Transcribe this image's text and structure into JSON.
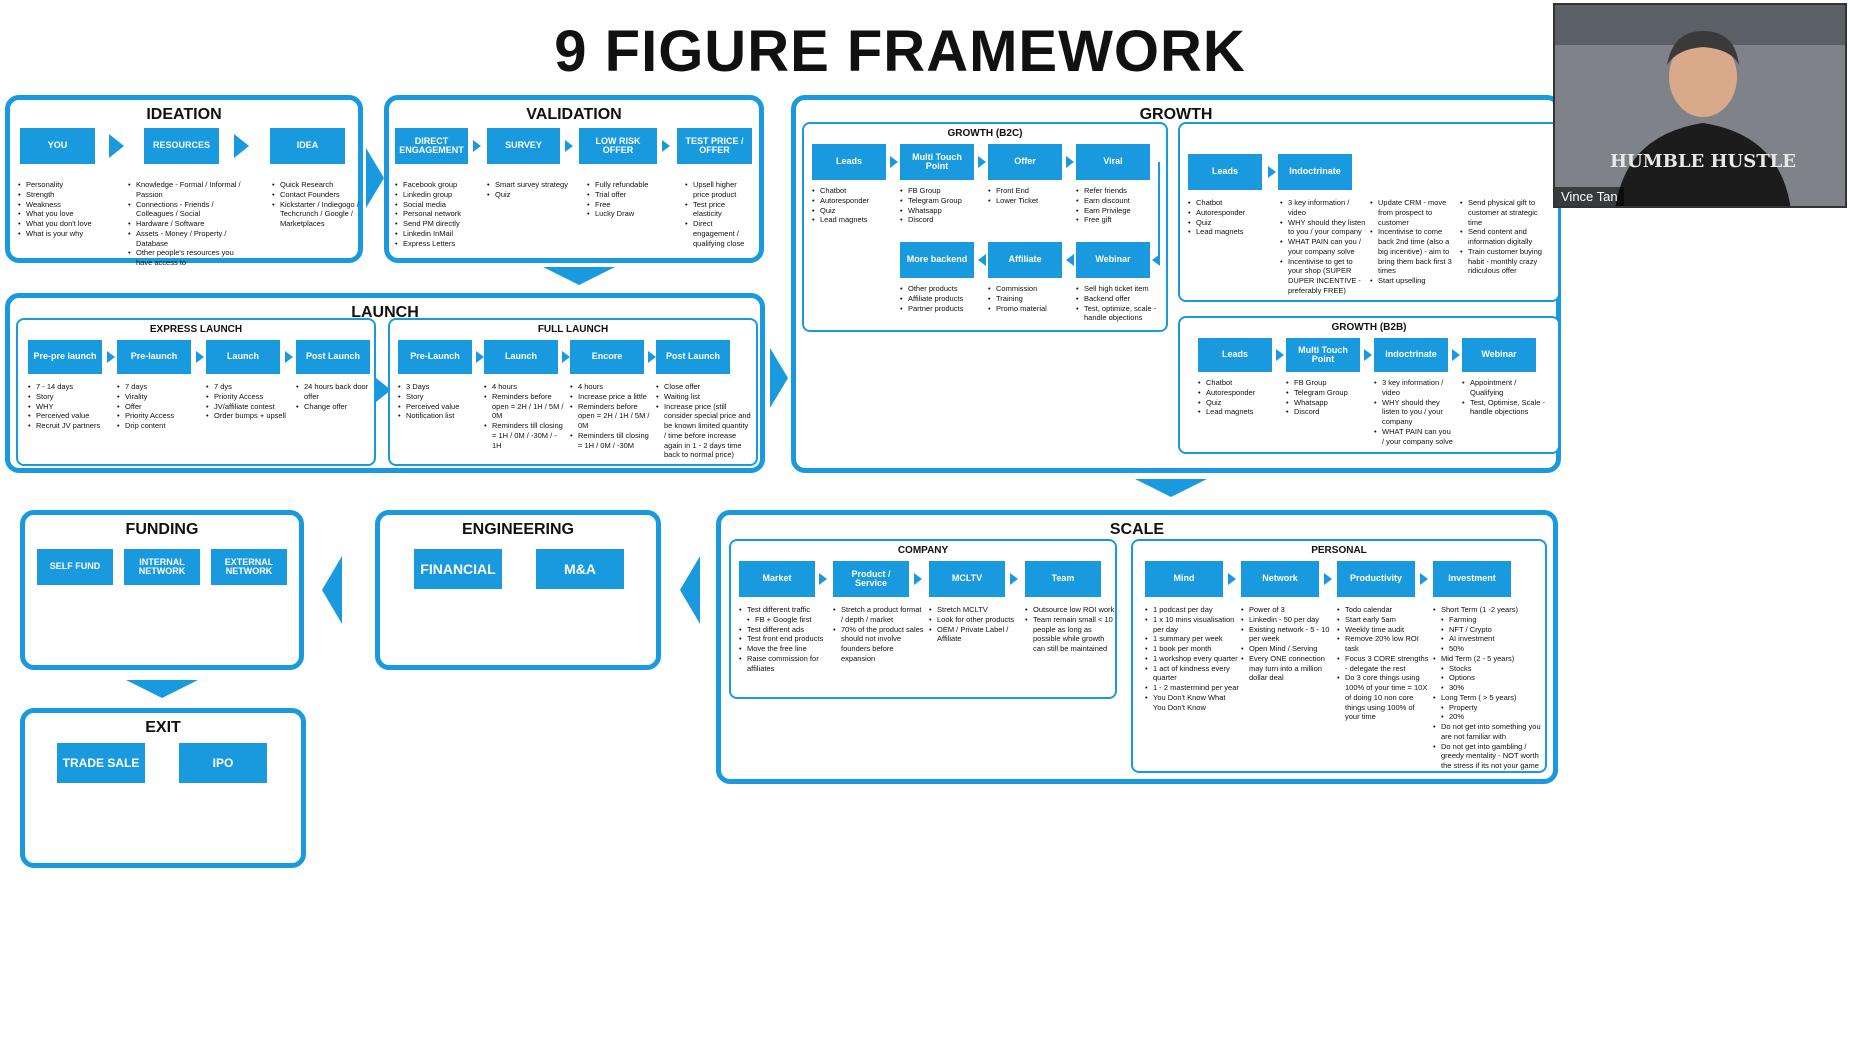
{
  "title": "9 FIGURE FRAMEWORK",
  "presenter": "Vince Tan",
  "webcam_shirt": "HUMBLE HUSTLE",
  "colors": {
    "accent": "#1a9ade",
    "text": "#111111"
  },
  "ideation": {
    "title": "IDEATION",
    "boxes": [
      "YOU",
      "RESOURCES",
      "IDEA"
    ],
    "lists": [
      [
        "Personality",
        "Strength",
        "Weakness",
        "What you love",
        "What you don't love",
        "What is your why"
      ],
      [
        "Knowledge - Formal / Informal / Passion",
        "Connections - Friends / Colleagues / Social",
        "Hardware / Software",
        "Assets - Money / Property / Database",
        "Other people's resources you have access to"
      ],
      [
        "Quick Research",
        "Contact Founders",
        "Kickstarter / Indiegogo / Techcrunch / Google / Marketplaces"
      ]
    ]
  },
  "validation": {
    "title": "VALIDATION",
    "boxes": [
      "DIRECT ENGAGEMENT",
      "SURVEY",
      "LOW RISK OFFER",
      "TEST PRICE / OFFER"
    ],
    "lists": [
      [
        "Facebook group",
        "Linkedin group",
        "Social media",
        "Personal network",
        "Send PM directly",
        "Linkedin InMail",
        "Express Letters"
      ],
      [
        "Smart survey strategy",
        "Quiz"
      ],
      [
        "Fully refundable",
        "Trial offer",
        "Free",
        "Lucky Draw"
      ],
      [
        "Upsell higher price product",
        "Test price elasticity",
        "Direct engagement / qualifying close"
      ]
    ]
  },
  "launch": {
    "title": "LAUNCH",
    "express": {
      "title": "EXPRESS LAUNCH",
      "boxes": [
        "Pre-pre launch",
        "Pre-launch",
        "Launch",
        "Post Launch"
      ],
      "lists": [
        [
          "7 - 14 days",
          "Story",
          "WHY",
          "Perceived value",
          "Recruit JV partners"
        ],
        [
          "7 days",
          "Virality",
          "Offer",
          "Priority Access",
          "Drip content"
        ],
        [
          "7 dys",
          "Priority Access",
          "JV/affiliate contest",
          "Order bumps + upsell"
        ],
        [
          "24 hours back door offer",
          "Change offer"
        ]
      ]
    },
    "full": {
      "title": "FULL LAUNCH",
      "boxes": [
        "Pre-Launch",
        "Launch",
        "Encore",
        "Post Launch"
      ],
      "lists": [
        [
          "3 Days",
          "Story",
          "Perceived value",
          "Notification list"
        ],
        [
          "4 hours",
          "Reminders before open = 2H / 1H / 5M / 0M",
          "Reminders till closing = 1H / 0M / -30M / - 1H"
        ],
        [
          "4 hours",
          "Increase price a little",
          "Reminders before open = 2H / 1H / 5M / 0M",
          "Reminders till closing = 1H / 0M / -30M"
        ],
        [
          "Close offer",
          "Waiting list",
          "Increase price (still consider special price and be known limited quantity / time before increase again in 1 - 2 days time back to normal price)"
        ]
      ]
    }
  },
  "growth": {
    "title": "GROWTH",
    "b2c": {
      "title": "GROWTH (B2C)",
      "top_boxes": [
        "Leads",
        "Multi Touch Point",
        "Offer",
        "Viral"
      ],
      "top_lists": [
        [
          "Chatbot",
          "Autoresponder",
          "Quiz",
          "Lead magnets"
        ],
        [
          "FB Group",
          "Telegram Group",
          "Whatsapp",
          "Discord"
        ],
        [
          "Front End",
          "Lower Ticket"
        ],
        [
          "Refer friends",
          "Earn discount",
          "Earn Privilege",
          "Free gift"
        ]
      ],
      "bottom_boxes": [
        "More backend",
        "Affiliate",
        "Webinar"
      ],
      "bottom_lists": [
        [
          "Other products",
          "Affiliate products",
          "Partner products"
        ],
        [
          "Commission",
          "Training",
          "Promo material"
        ],
        [
          "Sell high ticket item",
          "Backend offer",
          "Test, optimize, scale - handle objections"
        ]
      ]
    },
    "right": {
      "boxes": [
        "Leads",
        "Indoctrinate"
      ],
      "lists": [
        [
          "Chatbot",
          "Autoresponder",
          "Quiz",
          "Lead magnets"
        ],
        [
          "3 key information / video",
          "WHY should they listen to you / your company",
          "WHAT PAIN can you / your company solve",
          "Incentivise to get to your shop (SUPER DUPER INCENTIVE - preferably FREE)"
        ],
        [
          "Update CRM - move from prospect to customer",
          "Incentivise to come back 2nd time (also a big incentive) - aim to bring them back first 3 times",
          "Start upselling"
        ],
        [
          "Send physical gift to customer at strategic time",
          "Send content and information digitally",
          "Train customer buying habit - monthly crazy ridiculous offer"
        ]
      ]
    },
    "b2b": {
      "title": "GROWTH (B2B)",
      "boxes": [
        "Leads",
        "Multi Touch Point",
        "Indoctrinate",
        "Webinar"
      ],
      "lists": [
        [
          "Chatbot",
          "Autoresponder",
          "Quiz",
          "Lead magnets"
        ],
        [
          "FB Group",
          "Telegram Group",
          "Whatsapp",
          "Discord"
        ],
        [
          "3 key information / video",
          "WHY should they listen to you / your company",
          "WHAT PAIN can you / your company solve"
        ],
        [
          "Appointment / Qualifying",
          "Test, Optimise, Scale - handle objections"
        ]
      ]
    }
  },
  "funding": {
    "title": "FUNDING",
    "boxes": [
      "SELF FUND",
      "INTERNAL NETWORK",
      "EXTERNAL NETWORK"
    ]
  },
  "engineering": {
    "title": "ENGINEERING",
    "boxes": [
      "FINANCIAL",
      "M&A"
    ]
  },
  "exit": {
    "title": "EXIT",
    "boxes": [
      "TRADE SALE",
      "IPO"
    ]
  },
  "scale": {
    "title": "SCALE",
    "company": {
      "title": "COMPANY",
      "boxes": [
        "Market",
        "Product / Service",
        "MCLTV",
        "Team"
      ],
      "lists": [
        [
          "Test different traffic",
          ">FB + Google first",
          "Test different ads",
          "Test front end products",
          "Move the free line",
          "Raise commission for affiliates"
        ],
        [
          "Stretch a product format / depth / market",
          "70% of the product sales should not involve founders before expansion"
        ],
        [
          "Stretch MCLTV",
          "Look for other products",
          "OEM / Private Label / Affiliate"
        ],
        [
          "Outsource low ROI work",
          "Team remain small < 10 people as long as possible while growth can still be maintained"
        ]
      ]
    },
    "personal": {
      "title": "PERSONAL",
      "boxes": [
        "Mind",
        "Network",
        "Productivity",
        "Investment"
      ],
      "lists": [
        [
          "1 podcast per day",
          "1 x 10 mins visualisation per day",
          "1 summary per week",
          "1 book per month",
          "1 workshop every quarter",
          "1 act of kindness every quarter",
          "1 - 2 mastermind per year",
          "You Don't Know What You Don't Know"
        ],
        [
          "Power of 3",
          "Linkedin - 50 per day",
          "Existing network - 5 - 10 per week",
          "Open Mind / Serving",
          "Every ONE connection may turn into a million dollar deal"
        ],
        [
          "Todo calendar",
          "Start early 5am",
          "Weekly time audit",
          "Remove 20% low ROI task",
          "Focus 3 CORE strengths - delegate the rest",
          "Do 3 core things using 100% of your time = 10X of doing 10 non core things using 100% of your time"
        ],
        [
          "Short Term (1 -2 years)",
          ">Farming",
          ">NFT / Crypto",
          ">AI investment",
          ">50%",
          "Mid Term (2 - 5 years)",
          ">Stocks",
          ">Options",
          ">30%",
          "Long Term ( > 5 years)",
          ">Property",
          ">20%",
          "Do not get into something you are not familiar with",
          "Do not get into gambling / greedy mentality - NOT worth the stress if its not your game"
        ]
      ]
    }
  }
}
